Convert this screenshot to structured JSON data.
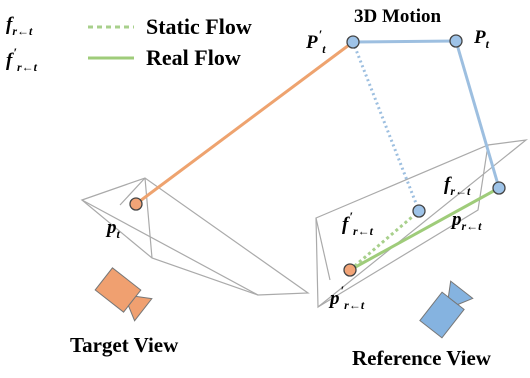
{
  "legend": {
    "static_flow_symbol": "f",
    "static_flow_sub": "r←t",
    "static_flow_label": "Static Flow",
    "real_flow_symbol": "f",
    "real_flow_prime": "′",
    "real_flow_sub": "r←t",
    "real_flow_label": "Real Flow"
  },
  "motion": {
    "title": "3D Motion",
    "p_prime_t_symbol": "P",
    "p_prime_t_prime": "′",
    "p_prime_t_sub": "t",
    "p_t_symbol": "P",
    "p_t_sub": "t"
  },
  "target": {
    "point_symbol": "p",
    "point_sub": "t",
    "caption": "Target View"
  },
  "reference": {
    "f_symbol": "f",
    "f_sub": "r←t",
    "f_prime_symbol": "f",
    "f_prime_prime": "′",
    "f_prime_sub": "r←t",
    "p_symbol": "p",
    "p_sub": "r←t",
    "p_prime_symbol": "p",
    "p_prime_prime": "′",
    "p_prime_sub": "r←t",
    "caption": "Reference View"
  },
  "colors": {
    "orange_line": "#eea36f",
    "orange_point": "#f2a477",
    "blue_line": "#9dbfe0",
    "blue_point": "#9ec3e8",
    "green_line": "#9fcc7a",
    "green_dotted": "#a8d08c",
    "frustum": "#aaaaaa",
    "camera_orange": "#f0a070",
    "camera_blue": "#85b3e0"
  }
}
